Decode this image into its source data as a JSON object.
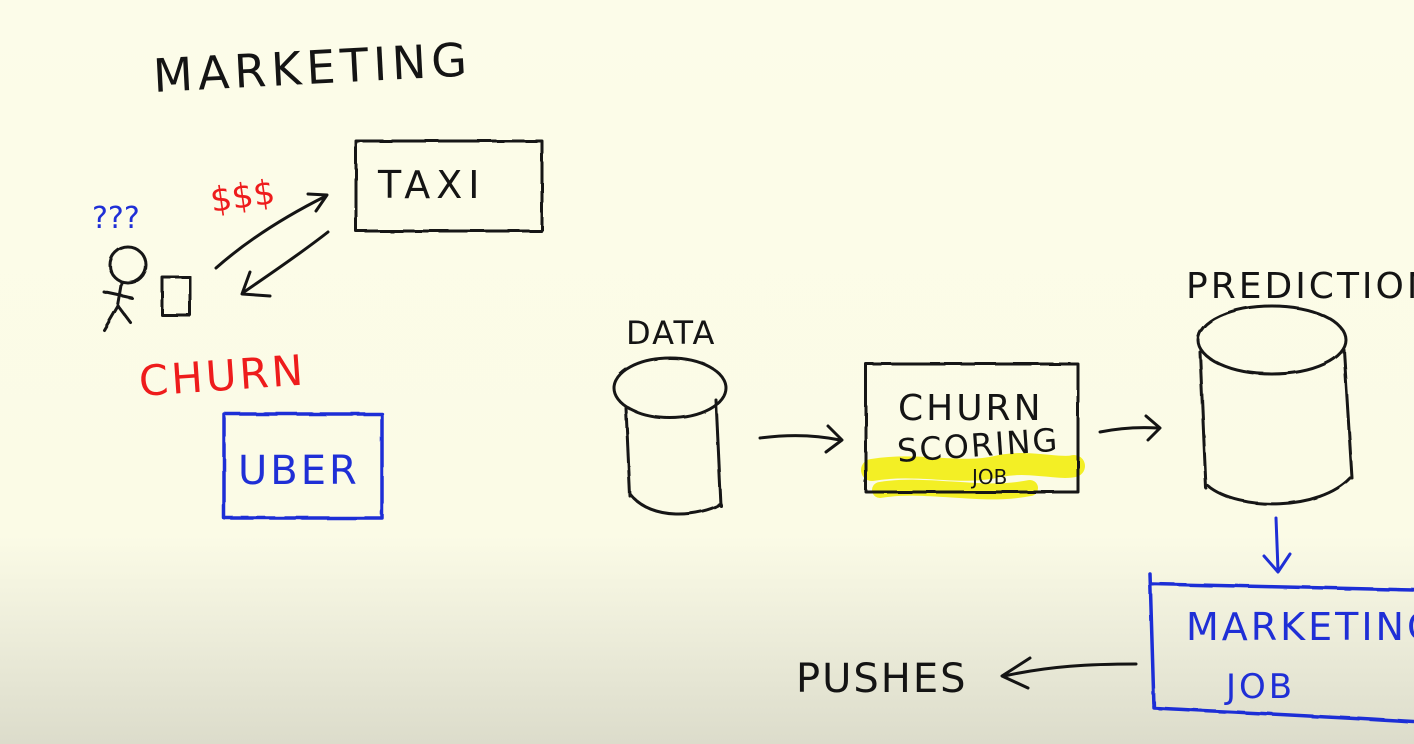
{
  "colors": {
    "background": "#fbfbe8",
    "black_ink": "#141414",
    "blue_ink": "#1f2fd6",
    "red_ink": "#ee1c1c",
    "highlighter": "#f2ee1a"
  },
  "left_sketch": {
    "heading": "MARKETING",
    "question_marks": "???",
    "money": "$$$",
    "taxi_label": "TAXI",
    "churn_label": "CHURN",
    "uber_label": "UBER",
    "icons": [
      "stick-figure-icon",
      "phone-icon"
    ]
  },
  "pipeline": {
    "data_label": "DATA",
    "job_title_line1": "CHURN",
    "job_title_line2": "SCORING",
    "job_title_line3": "JOB",
    "predictions_label": "PREDICTIONS",
    "marketing_job_line1": "MARKETING",
    "marketing_job_line2": "JOB",
    "pushes_label": "PUSHES",
    "icons": [
      "database-icon",
      "database-icon",
      "arrow-right-icon",
      "arrow-right-icon",
      "arrow-down-icon",
      "arrow-left-icon"
    ]
  }
}
